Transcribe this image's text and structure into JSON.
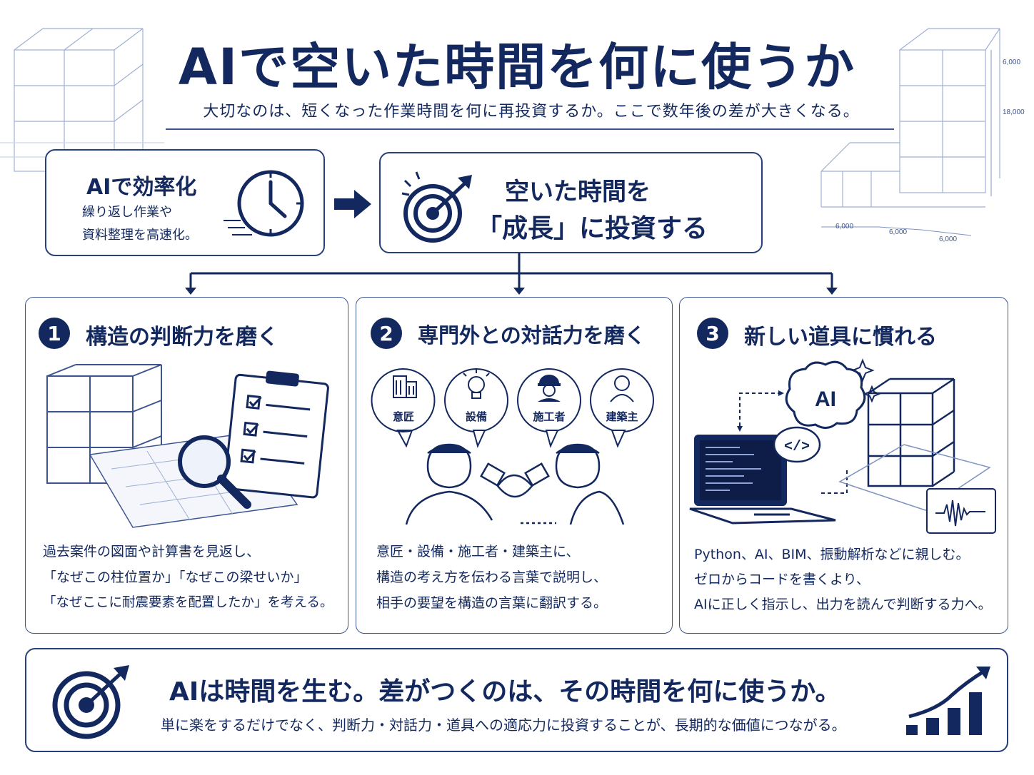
{
  "header": {
    "title": "AIで空いた時間を何に使うか",
    "subtitle": "大切なのは、短くなった作業時間を何に再投資するか。ここで数年後の差が大きくなる。"
  },
  "blueprint_dims": {
    "v1": "6,000",
    "v2": "18,000",
    "h1": "6,000",
    "h2": "6,000",
    "h3": "6,000"
  },
  "efficiency": {
    "title": "AIで効率化",
    "line1": "繰り返し作業や",
    "line2": "資料整理を高速化。"
  },
  "invest": {
    "line1": "空いた時間を",
    "line2": "「成長」に投資する"
  },
  "sections": [
    {
      "number": "1",
      "title": "構造の判断力を磨く",
      "lines": [
        "過去案件の図面や計算書を見返し、",
        "「なぜこの柱位置か」「なぜこの梁せいか」",
        "「なぜここに耐震要素を配置したか」を考える。"
      ]
    },
    {
      "number": "2",
      "title": "専門外との対話力を磨く",
      "roles": [
        "意匠",
        "設備",
        "施工者",
        "建築主"
      ],
      "lines": [
        "意匠・設備・施工者・建築主に、",
        "構造の考え方を伝わる言葉で説明し、",
        "相手の要望を構造の言葉に翻訳する。"
      ]
    },
    {
      "number": "3",
      "title": "新しい道具に慣れる",
      "ai_badge": "AI",
      "code_badge": "</>",
      "lines": [
        "Python、AI、BIM、振動解析などに親しむ。",
        "ゼロからコードを書くより、",
        "AIに正しく指示し、出力を読んで判断する力へ。"
      ]
    }
  ],
  "footer": {
    "headline": "AIは時間を生む。差がつくのは、その時間を何に使うか。",
    "subline": "単に楽をするだけでなく、判断力・対話力・道具への適応力に投資することが、長期的な価値につながる。"
  },
  "icons": {
    "clock": "clock-icon",
    "target": "target-icon",
    "arrow": "arrow-right-icon",
    "magnifier": "magnifier-icon",
    "clipboard": "clipboard-checklist-icon",
    "handshake": "handshake-icon",
    "laptop": "laptop-icon",
    "brain": "ai-brain-icon",
    "chart": "growth-chart-icon"
  },
  "colors": {
    "navy": "#13285e",
    "line": "#27407c",
    "light": "#8a9cc8"
  }
}
